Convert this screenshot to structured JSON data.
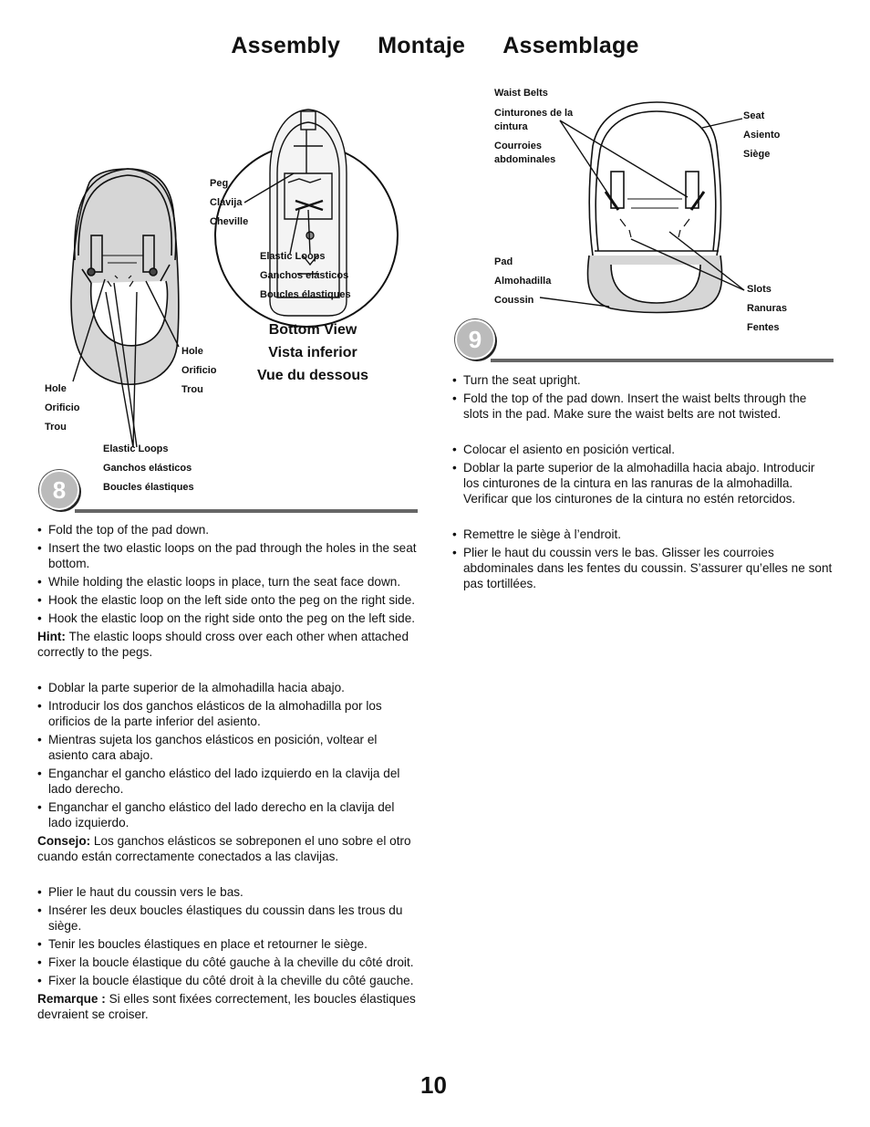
{
  "header": {
    "titles": [
      "Assembly",
      "Montaje",
      "Assemblage"
    ]
  },
  "step8": {
    "number": "8",
    "labels": {
      "peg": [
        "Peg",
        "Clavija",
        "Cheville"
      ],
      "elastic_loops_inset": [
        "Elastic Loops",
        "Ganchos elásticos",
        "Boucles élastiques"
      ],
      "hole_right": [
        "Hole",
        "Orificio",
        "Trou"
      ],
      "hole_left": [
        "Hole",
        "Orificio",
        "Trou"
      ],
      "elastic_loops": [
        "Elastic Loops",
        "Ganchos elásticos",
        "Boucles élastiques"
      ]
    },
    "bottom_view": [
      "Bottom View",
      "Vista inferior",
      "Vue du dessous"
    ],
    "en": {
      "bullets": [
        "Fold the top of the pad down.",
        "Insert the two elastic loops on the pad through the holes in the seat bottom.",
        "While holding the elastic loops in place, turn the seat face down.",
        "Hook the elastic loop on the left side onto the peg on the right side.",
        "Hook the elastic loop on the right side onto the peg on the left side."
      ],
      "hint_label": "Hint:",
      "hint_text": " The elastic loops should cross over each other when attached correctly to the pegs."
    },
    "es": {
      "bullets": [
        "Doblar la parte superior de la almohadilla hacia abajo.",
        "Introducir los dos ganchos elásticos de la almohadilla por los orificios de la parte inferior del asiento.",
        "Mientras sujeta los ganchos elásticos en posición, voltear el asiento cara abajo.",
        "Enganchar el gancho elástico del lado izquierdo en la clavija del lado derecho.",
        "Enganchar el gancho elástico del lado derecho en la clavija del lado izquierdo."
      ],
      "hint_label": "Consejo:",
      "hint_text": " Los ganchos elásticos se sobreponen el uno sobre el otro cuando están correctamente conectados a las clavijas."
    },
    "fr": {
      "bullets": [
        "Plier le haut du coussin vers le bas.",
        "Insérer les deux boucles élastiques du coussin dans les trous du siège.",
        "Tenir les boucles élastiques en place et retourner le siège.",
        "Fixer la boucle élastique du côté gauche à la cheville du côté droit.",
        "Fixer la boucle élastique du côté droit à la cheville du côté gauche."
      ],
      "hint_label": "Remarque :",
      "hint_text": " Si elles sont fixées correctement, les boucles élastiques devraient se croiser."
    }
  },
  "step9": {
    "number": "9",
    "labels": {
      "waist_belts": [
        "Waist Belts",
        "Cinturones de la cintura",
        "Courroies abdominales"
      ],
      "seat": [
        "Seat",
        "Asiento",
        "Siège"
      ],
      "pad": [
        "Pad",
        "Almohadilla",
        "Coussin"
      ],
      "slots": [
        "Slots",
        "Ranuras",
        "Fentes"
      ]
    },
    "en": {
      "bullets": [
        "Turn the seat upright.",
        "Fold the top of the pad down. Insert the waist belts through the slots in the pad. Make sure the waist belts are not twisted."
      ]
    },
    "es": {
      "bullets": [
        "Colocar el asiento en posición vertical.",
        "Doblar la parte superior de la almohadilla hacia abajo. Introducir los cinturones de la cintura en las ranuras de la almohadilla. Verificar que los cinturones de la cintura no estén retorcidos."
      ]
    },
    "fr": {
      "bullets": [
        "Remettre le siège à l’endroit.",
        "Plier le haut du coussin vers le bas. Glisser les courroies abdominales dans les fentes du coussin. S’assurer qu’elles ne sont pas tortillées."
      ]
    }
  },
  "footer": {
    "page_number": "10"
  }
}
